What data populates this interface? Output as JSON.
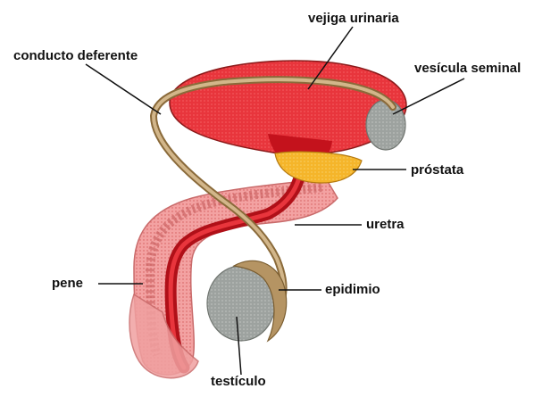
{
  "labels": {
    "conducto_deferente": "conducto deferente",
    "vejiga_urinaria": "vejiga urinaria",
    "vesicula_seminal": "vesícula seminal",
    "prostata": "próstata",
    "uretra": "uretra",
    "pene": "pene",
    "epididimio": "epidimio",
    "testiculo": "testículo"
  },
  "colors": {
    "bladder": "#e8353c",
    "bladder_dark": "#c4121c",
    "prostate": "#f5b52a",
    "vesicle": "#9aa09b",
    "duct": "#b59463",
    "tissue_pink": "#f3a2a2",
    "urethra_red": "#b01018",
    "testis": "#9da29f",
    "line": "#111111"
  }
}
